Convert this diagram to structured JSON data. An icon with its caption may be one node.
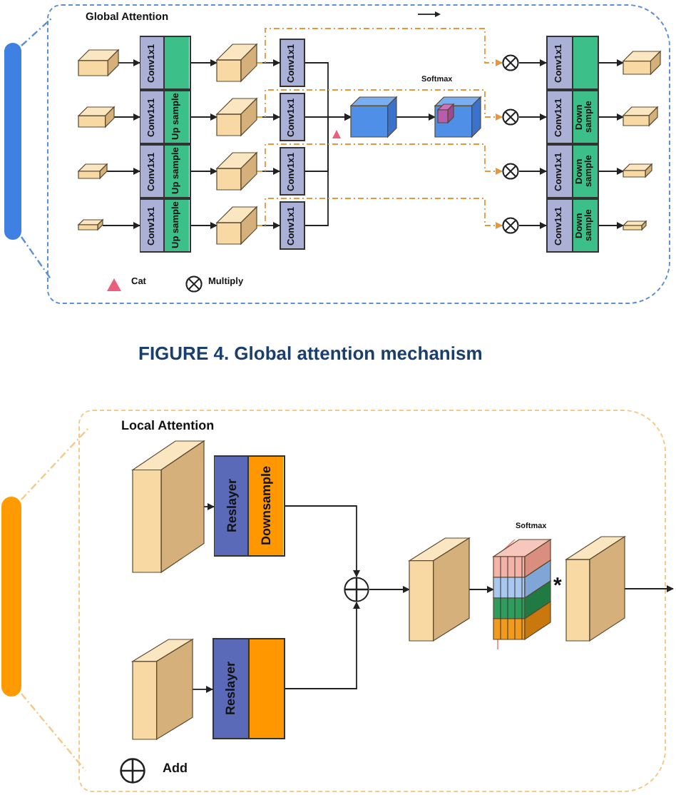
{
  "diagram": {
    "caption": "FIGURE 4. Global attention mechanism",
    "nodes": [
      {
        "text": [],
        "shape": "bar"
      },
      {
        "text": [
          "Global Attention"
        ]
      },
      {
        "text": [],
        "shape": "box",
        "in": 1
      },
      {
        "text": [],
        "shape": "box",
        "in": 1
      },
      {
        "text": [],
        "shape": "box",
        "in": 1
      },
      {
        "text": [],
        "shape": "box",
        "in": 1
      },
      {
        "text": [
          "Conv1x1"
        ],
        "in": 1
      },
      {
        "text": [
          "Conv1x1",
          "Up sample"
        ],
        "in": 1
      },
      {
        "text": [
          "Conv1x1",
          "Up sample"
        ],
        "in": 1
      },
      {
        "text": [
          "Conv1x1",
          "Up sample"
        ],
        "in": 1
      },
      {
        "text": [],
        "shape": "box",
        "in": 1
      },
      {
        "text": [],
        "shape": "box",
        "in": 1
      },
      {
        "text": [],
        "shape": "box",
        "in": 1
      },
      {
        "text": [],
        "shape": "box",
        "in": 1
      },
      {
        "text": [
          "Conv1x1"
        ],
        "in": 1
      },
      {
        "text": [
          "Conv1x1"
        ],
        "in": 1
      },
      {
        "text": [
          "Conv1x1"
        ],
        "in": 1
      },
      {
        "text": [
          "Conv1x1"
        ],
        "in": 1
      },
      {
        "text": [],
        "shape": "box",
        "in": 1
      },
      {
        "text": [],
        "shape": "box",
        "beside": [
          "Softmax"
        ],
        "in": 1
      },
      {
        "text": [],
        "shape": "circle",
        "in": 1
      },
      {
        "text": [],
        "shape": "circle",
        "in": 1
      },
      {
        "text": [],
        "shape": "circle",
        "in": 1
      },
      {
        "text": [],
        "shape": "circle",
        "in": 1
      },
      {
        "text": [
          "Conv1x1"
        ],
        "in": 1
      },
      {
        "text": [
          "Conv1x1",
          "Down sample"
        ],
        "in": 1
      },
      {
        "text": [
          "Conv1x1",
          "Down sample"
        ],
        "in": 1
      },
      {
        "text": [
          "Conv1x1",
          "Down sample"
        ],
        "in": 1
      },
      {
        "text": [],
        "shape": "box",
        "in": 1
      },
      {
        "text": [],
        "shape": "box",
        "in": 1
      },
      {
        "text": [],
        "shape": "box",
        "in": 1
      },
      {
        "text": [],
        "shape": "box",
        "in": 1
      },
      {
        "text": [],
        "shape": "bar"
      },
      {
        "text": [
          "Local Attention"
        ]
      },
      {
        "text": [],
        "shape": "box",
        "in": 33
      },
      {
        "text": [
          "Reslayer",
          "Downsample"
        ],
        "in": 33
      },
      {
        "text": [],
        "shape": "box",
        "in": 33
      },
      {
        "text": [
          "Reslayer"
        ],
        "in": 33
      },
      {
        "text": [],
        "shape": "circle",
        "in": 33
      },
      {
        "text": [],
        "shape": "box",
        "in": 33
      },
      {
        "text": [],
        "shape": "box",
        "beside": [
          "Softmax"
        ],
        "in": 33
      },
      {
        "text": [],
        "shape": "box",
        "in": 33
      }
    ],
    "edges": [
      {
        "from": 2,
        "to": 6,
        "arrow": "to"
      },
      {
        "from": 3,
        "to": 7,
        "arrow": "to"
      },
      {
        "from": 4,
        "to": 8,
        "arrow": "to"
      },
      {
        "from": 5,
        "to": 9,
        "arrow": "to"
      },
      {
        "from": 6,
        "to": 10,
        "arrow": "to"
      },
      {
        "from": 7,
        "to": 11,
        "arrow": "to"
      },
      {
        "from": 8,
        "to": 12,
        "arrow": "to"
      },
      {
        "from": 9,
        "to": 13,
        "arrow": "to"
      },
      {
        "from": 10,
        "to": 14,
        "arrow": "to"
      },
      {
        "from": 11,
        "to": 15,
        "arrow": "to"
      },
      {
        "from": 12,
        "to": 16,
        "arrow": "to"
      },
      {
        "from": 13,
        "to": 17,
        "arrow": "to"
      },
      {
        "from": 14,
        "to": 18,
        "arrow": "to"
      },
      {
        "from": 15,
        "to": 18,
        "arrow": "to"
      },
      {
        "from": 16,
        "to": 18,
        "arrow": "to"
      },
      {
        "from": 17,
        "to": 18,
        "arrow": "to"
      },
      {
        "from": 18,
        "to": 19,
        "arrow": "to"
      },
      {
        "from": 10,
        "to": 20,
        "arrow": "to",
        "style": "dashed",
        "color": "#e8963a"
      },
      {
        "from": 11,
        "to": 21,
        "arrow": "to",
        "style": "dashed",
        "color": "#e8963a"
      },
      {
        "from": 12,
        "to": 22,
        "arrow": "to",
        "style": "dashed",
        "color": "#e8963a"
      },
      {
        "from": 13,
        "to": 23,
        "arrow": "to",
        "style": "dashed",
        "color": "#e8963a"
      },
      {
        "from": 20,
        "to": 24,
        "arrow": "to"
      },
      {
        "from": 21,
        "to": 25,
        "arrow": "to"
      },
      {
        "from": 22,
        "to": 26,
        "arrow": "to"
      },
      {
        "from": 23,
        "to": 27,
        "arrow": "to"
      },
      {
        "from": 24,
        "to": 28,
        "arrow": "to"
      },
      {
        "from": 25,
        "to": 29,
        "arrow": "to"
      },
      {
        "from": 26,
        "to": 30,
        "arrow": "to"
      },
      {
        "from": 27,
        "to": 31,
        "arrow": "to"
      },
      {
        "from": 34,
        "to": 35,
        "arrow": "to"
      },
      {
        "from": 35,
        "to": 38,
        "arrow": "to"
      },
      {
        "from": 36,
        "to": 37,
        "arrow": "to"
      },
      {
        "from": 37,
        "to": 38,
        "arrow": "to"
      },
      {
        "from": 38,
        "to": 39,
        "arrow": "to"
      },
      {
        "from": 39,
        "to": 40,
        "arrow": "to"
      },
      {
        "from": 41,
        "to": null,
        "arrow": "to"
      }
    ],
    "labels": [
      "*"
    ],
    "legend": [
      {
        "text": "Cat"
      },
      {
        "text": "Multiply"
      },
      {
        "text": "Add"
      }
    ]
  }
}
